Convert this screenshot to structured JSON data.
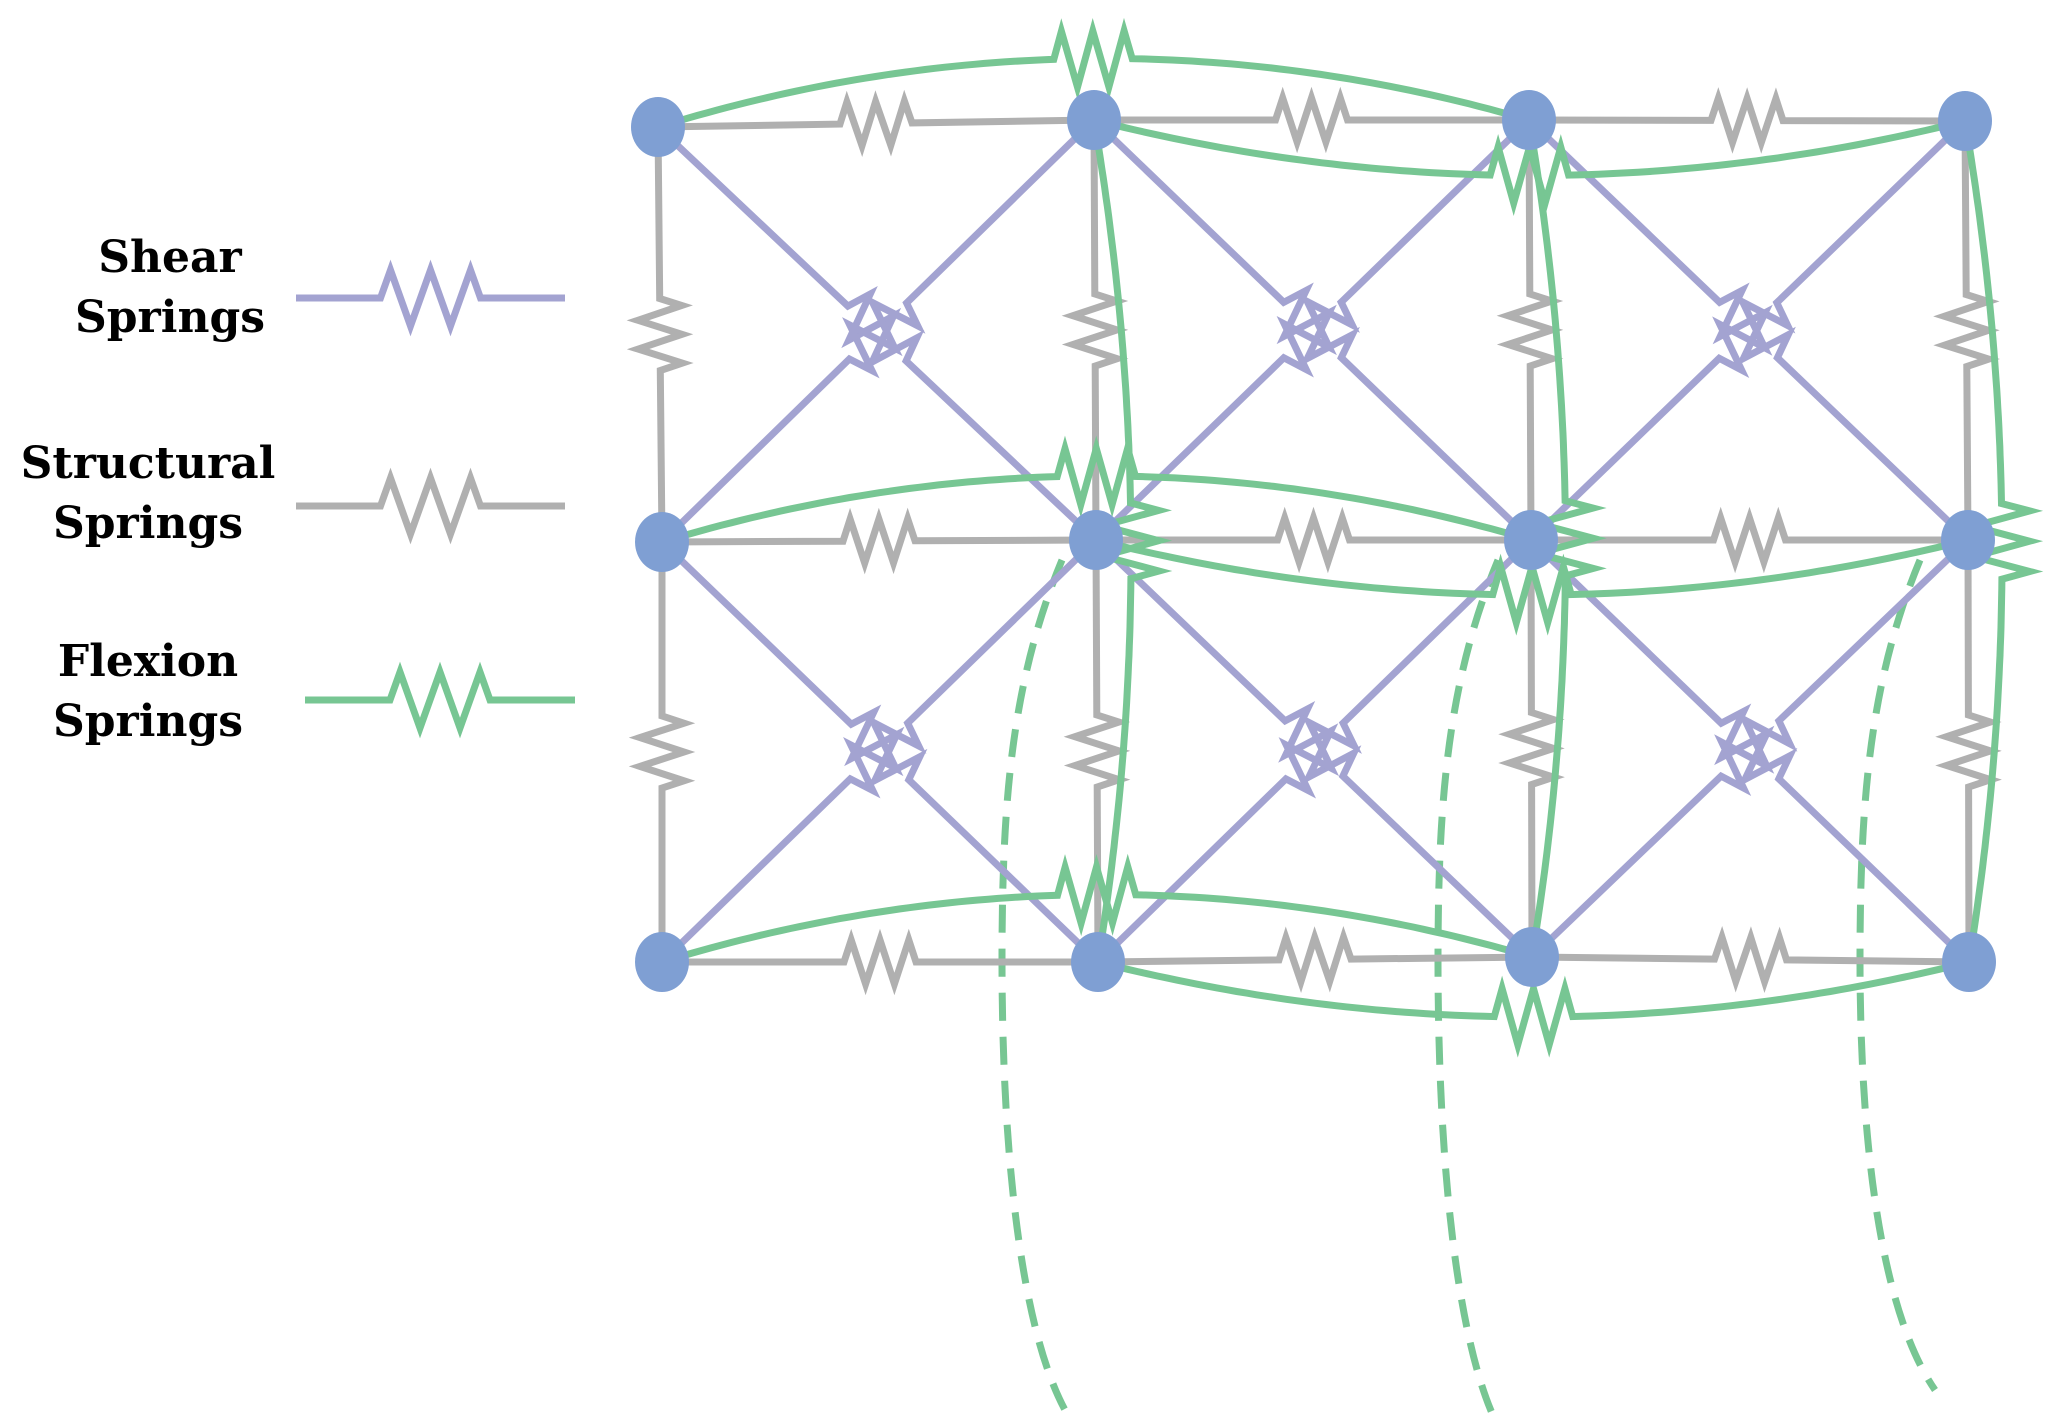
{
  "colors": {
    "shear": "#a3a3d1",
    "structural": "#b0b0b0",
    "flexion": "#77c693",
    "node": "#7f9fd3",
    "background": "#ffffff"
  },
  "legend": [
    {
      "key": "shear",
      "line1": "Shear",
      "line2": "Springs"
    },
    {
      "key": "structural",
      "line1": "Structural",
      "line2": "Springs"
    },
    {
      "key": "flexion",
      "line1": "Flexion",
      "line2": "Springs"
    }
  ],
  "grid": {
    "rows": 3,
    "cols": 4
  },
  "icons": {
    "node": "mass-node-icon",
    "spring": "zigzag-spring-icon"
  }
}
